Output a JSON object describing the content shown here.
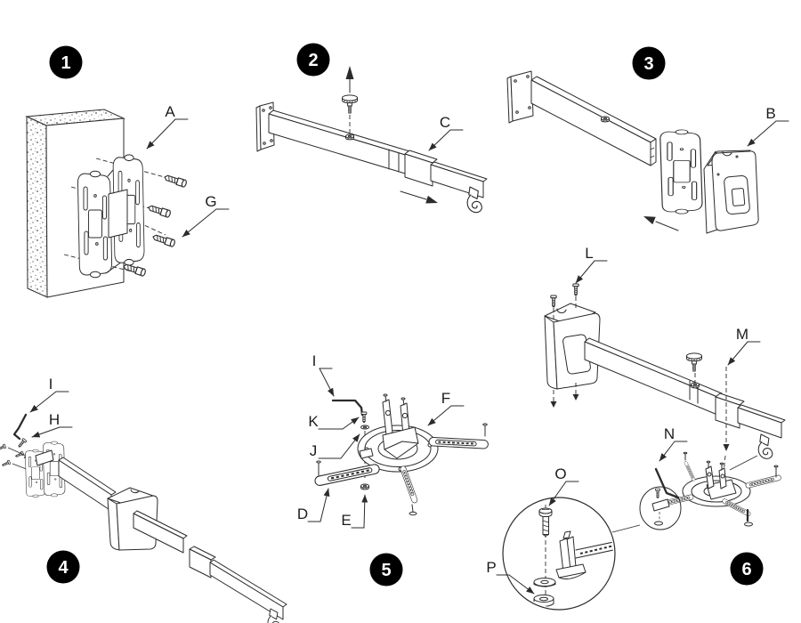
{
  "figure": {
    "kind": "assembly-instructions",
    "background": "#ffffff",
    "line_color": "#2b2b2b",
    "badge_bg": "#000000",
    "badge_fg": "#ffffff"
  },
  "steps": [
    {
      "number": "1",
      "part_labels": [
        "A",
        "G"
      ]
    },
    {
      "number": "2",
      "part_labels": [
        "C"
      ]
    },
    {
      "number": "3",
      "part_labels": [
        "B"
      ]
    },
    {
      "number": "4",
      "part_labels": [
        "I",
        "H"
      ]
    },
    {
      "number": "5",
      "part_labels": [
        "I",
        "K",
        "J",
        "F",
        "D",
        "E"
      ]
    },
    {
      "number": "6",
      "part_labels": [
        "L",
        "M",
        "N",
        "O",
        "P"
      ]
    }
  ],
  "labels": {
    "A": "A",
    "B": "B",
    "C": "C",
    "D": "D",
    "E": "E",
    "F": "F",
    "G": "G",
    "H": "H",
    "I": "I",
    "J": "J",
    "K": "K",
    "L": "L",
    "M": "M",
    "N": "N",
    "O": "O",
    "P": "P"
  }
}
